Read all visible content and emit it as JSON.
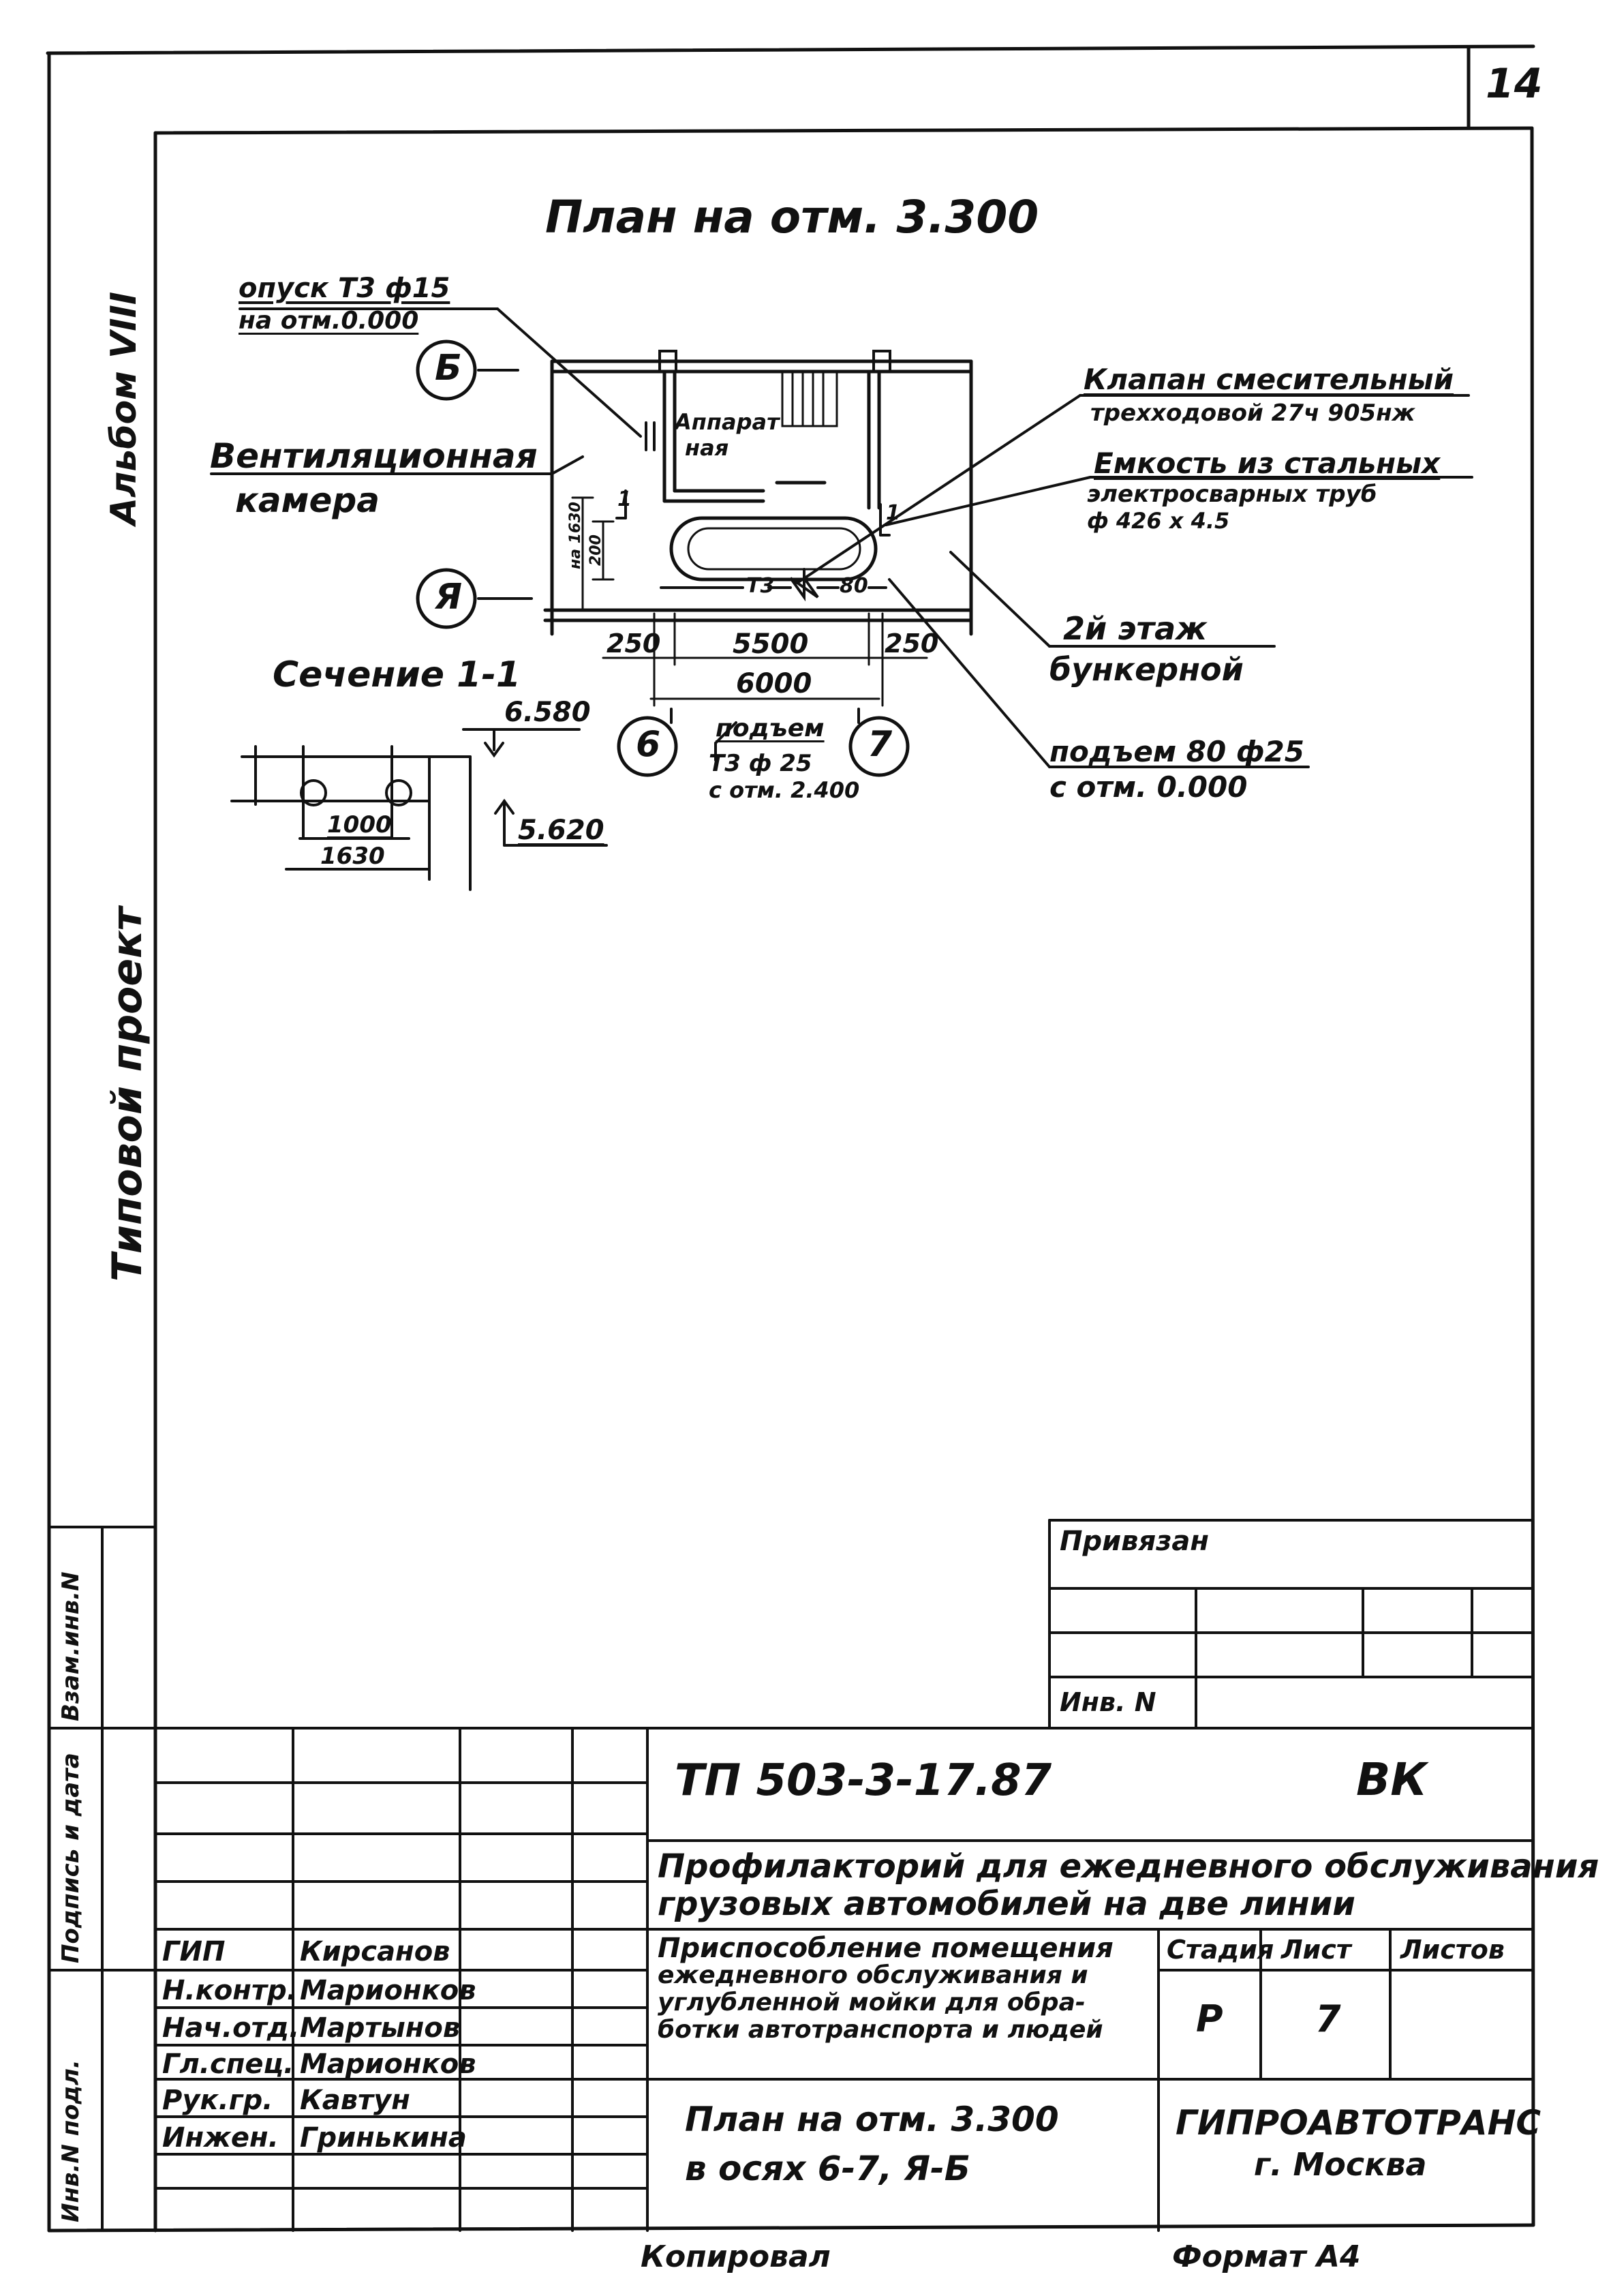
{
  "sheet_number": "14",
  "side": {
    "album": "Альбом VIII",
    "project": "Типовой проект",
    "inv_podl": "Инв.N подл.",
    "podpis": "Подпись и дата",
    "vzam": "Взам.инв.N"
  },
  "plan": {
    "title": "План на отм. 3.300",
    "opusk_1": "опуск Т3 ф15",
    "opusk_2": "на отм.0.000",
    "axis_b": "Б",
    "axis_a": "Я",
    "axis_6": "6",
    "axis_7": "7",
    "vent_1": "Вентиляционная",
    "vent_2": "камера",
    "apparat_1": "Аппарат",
    "apparat_2": "ная",
    "klapan_1": "Клапан смесительный",
    "klapan_2": "трехходовой 27ч 905нж",
    "emkost_1": "Емкость из стальных",
    "emkost_2": "электросварных труб",
    "emkost_3": "ф 426 х 4.5",
    "floor_1": "2й этаж",
    "floor_2": "бункерной",
    "pipe_t3": "Т3",
    "pipe_80": "80",
    "mark_1": "1",
    "dim_vert_1": "на 1630",
    "dim_vert_2": "200",
    "dim_250_l": "250",
    "dim_5500": "5500",
    "dim_250_r": "250",
    "dim_6000": "6000",
    "podem_1": "подъем",
    "podem_2": "Т3 ф 25",
    "podem_3": "с отм. 2.400",
    "podem80_1": "подъем 80 ф25",
    "podem80_2": "с отм. 0.000"
  },
  "section": {
    "title": "Сечение 1-1",
    "elev_top": "6.580",
    "elev_bot": "5.620",
    "dim_1000": "1000",
    "dim_1630": "1630"
  },
  "stamp": {
    "privyazan": "Привязан",
    "inv_n": "Инв. N",
    "code": "ТП 503-3-17.87",
    "mark": "ВК",
    "object_1": "Профилакторий для ежедневного обслуживания",
    "object_2": "грузовых автомобилей на две линии",
    "desc_1": "Приспособление помещения",
    "desc_2": "ежедневного обслуживания и",
    "desc_3": "углубленной мойки для обра-",
    "desc_4": "ботки автотранспорта и людей",
    "stadiya_h": "Стадия",
    "list_h": "Лист",
    "listov_h": "Листов",
    "stadiya_v": "Р",
    "list_v": "7",
    "sheet_title_1": "План на отм. 3.300",
    "sheet_title_2": "в осях 6-7, Я-Б",
    "org_1": "ГИПРОАВТОТРАНС",
    "org_2": "г. Москва",
    "roles": [
      {
        "role": "ГИП",
        "name": "Кирсанов"
      },
      {
        "role": "Н.контр.",
        "name": "Марионков"
      },
      {
        "role": "Нач.отд.",
        "name": "Мартынов"
      },
      {
        "role": "Гл.спец.",
        "name": "Марионков"
      },
      {
        "role": "Рук.гр.",
        "name": "Кавтун"
      },
      {
        "role": "Инжен.",
        "name": "Гринькина"
      }
    ],
    "kopiroval": "Копировал",
    "format": "Формат А4"
  }
}
